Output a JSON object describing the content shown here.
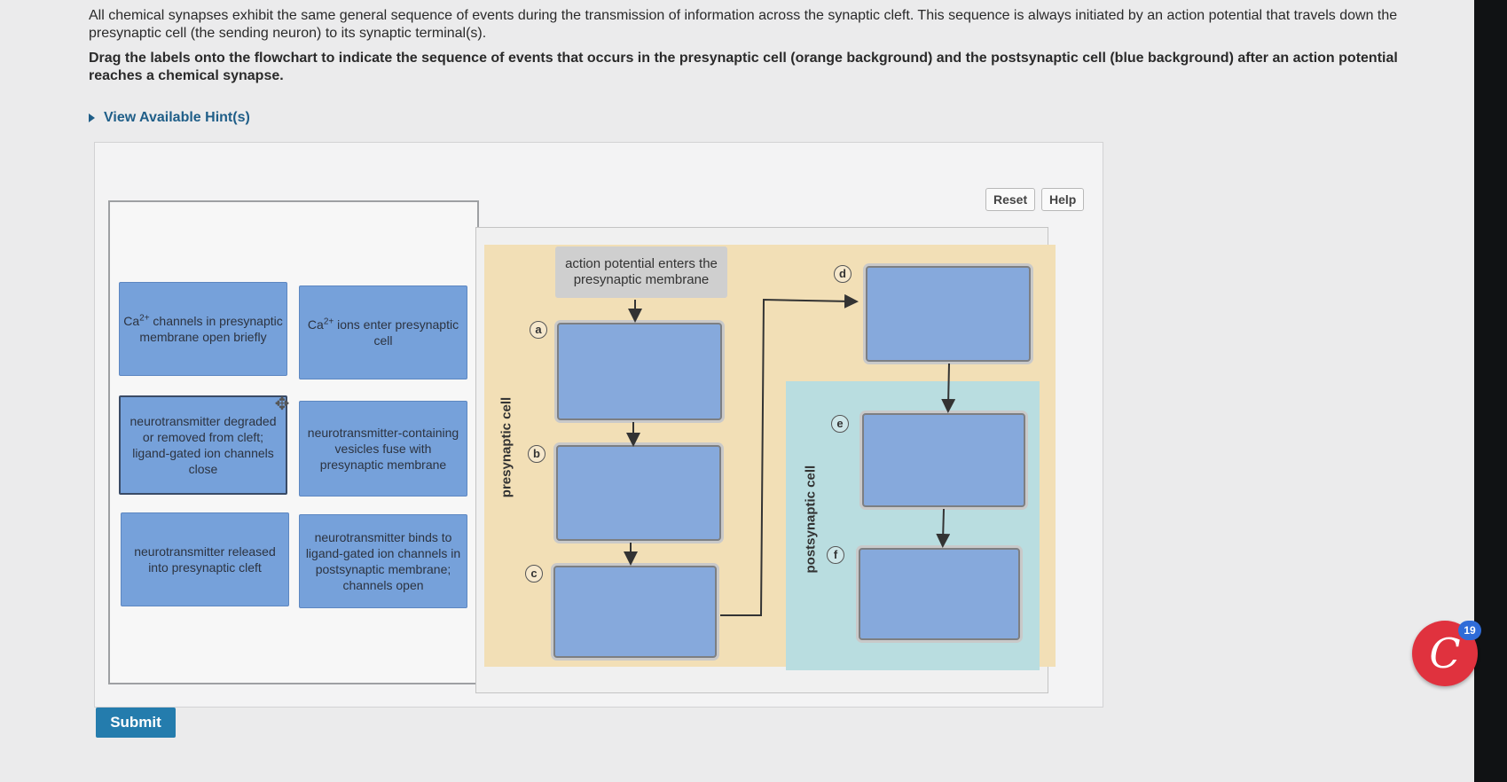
{
  "intro": {
    "paragraph": "All chemical synapses exhibit the same general sequence of events during the transmission of information across the synaptic cleft. This sequence is always initiated by an action potential that travels down the presynaptic cell (the sending neuron) to its synaptic terminal(s).",
    "instruction": "Drag the labels onto the flowchart to indicate the sequence of events that occurs in the presynaptic cell (orange background) and the postsynaptic cell (blue background) after an action potential reaches a chemical synapse."
  },
  "hint_label": "View Available Hint(s)",
  "buttons": {
    "reset": "Reset",
    "help": "Help",
    "submit": "Submit"
  },
  "labels": {
    "ca_channels_pre": "Ca",
    "ca_channels_sup": "2+",
    "ca_channels_post": " channels in presynaptic membrane open briefly",
    "ca_ions_pre": "Ca",
    "ca_ions_sup": "2+",
    "ca_ions_post": " ions enter presynaptic cell",
    "degraded": "neurotransmitter degraded or removed from cleft; ligand-gated ion channels close",
    "vesicles": "neurotransmitter-containing vesicles fuse with presynaptic membrane",
    "released": "neurotransmitter released into presynaptic cleft",
    "binds": "neurotransmitter binds to ligand-gated ion channels in postsynaptic membrane; channels open"
  },
  "flowchart": {
    "start": "action potential enters the presynaptic membrane",
    "presynaptic_label": "presynaptic cell",
    "postsynaptic_label": "postsynaptic cell",
    "letters": {
      "a": "a",
      "b": "b",
      "c": "c",
      "d": "d",
      "e": "e",
      "f": "f"
    }
  },
  "notification_count": "19",
  "colors": {
    "presynaptic_bg": "#f2dfb6",
    "postsynaptic_bg": "#b9dde0",
    "label_chip": "#76a1da",
    "submit": "#247cad"
  }
}
